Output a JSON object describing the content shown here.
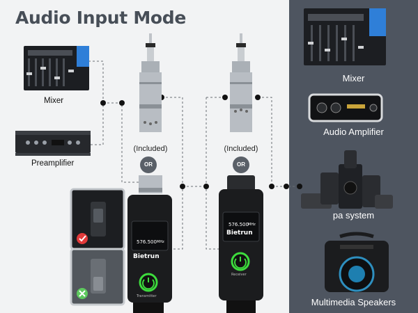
{
  "title": "Audio Input Mode",
  "left_devices": {
    "mixer_label": "Mixer",
    "preamp_label": "Preamplifier"
  },
  "connectors": {
    "included_left": "(Included)",
    "included_right": "(Included)",
    "or_left": "OR",
    "or_right": "OR"
  },
  "transmitter": {
    "freq": "576.500",
    "unit": "MHz",
    "brand": "Bietrun",
    "name": "Transmitter"
  },
  "receiver": {
    "freq": "576.500",
    "unit": "MHz",
    "brand": "Bietrun",
    "name": "Receiver"
  },
  "right_devices": {
    "mixer": "Mixer",
    "amplifier": "Audio Amplifier",
    "pa": "pa system",
    "speakers": "Multimedia Speakers"
  },
  "colors": {
    "panel": "#4e5560",
    "check": "#e23a3a",
    "cross": "#5ec95e",
    "power": "#3ddc3d"
  }
}
